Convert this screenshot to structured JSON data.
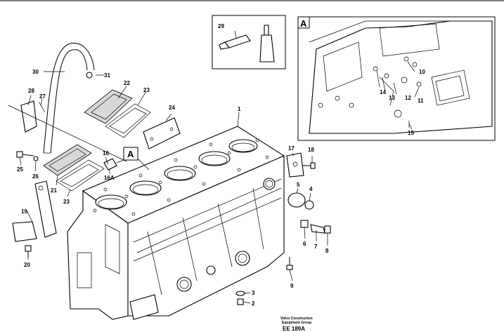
{
  "parts": [
    {
      "id": "p1",
      "label": "1"
    },
    {
      "id": "p2",
      "label": "2"
    },
    {
      "id": "p3",
      "label": "3"
    },
    {
      "id": "p4",
      "label": "4"
    },
    {
      "id": "p5",
      "label": "5"
    },
    {
      "id": "p6",
      "label": "6"
    },
    {
      "id": "p7",
      "label": "7"
    },
    {
      "id": "p8",
      "label": "8"
    },
    {
      "id": "p9",
      "label": "9"
    },
    {
      "id": "p10",
      "label": "10"
    },
    {
      "id": "p11",
      "label": "11"
    },
    {
      "id": "p12",
      "label": "12"
    },
    {
      "id": "p13",
      "label": "13"
    },
    {
      "id": "p14",
      "label": "14"
    },
    {
      "id": "p15",
      "label": "15"
    },
    {
      "id": "p16",
      "label": "16"
    },
    {
      "id": "p16a",
      "label": "16A"
    },
    {
      "id": "p17",
      "label": "17"
    },
    {
      "id": "p18",
      "label": "18"
    },
    {
      "id": "p19",
      "label": "19"
    },
    {
      "id": "p20",
      "label": "20"
    },
    {
      "id": "p21",
      "label": "21"
    },
    {
      "id": "p22",
      "label": "22"
    },
    {
      "id": "p23a",
      "label": "23"
    },
    {
      "id": "p23b",
      "label": "23"
    },
    {
      "id": "p24",
      "label": "24"
    },
    {
      "id": "p25",
      "label": "25"
    },
    {
      "id": "p26",
      "label": "26"
    },
    {
      "id": "p27",
      "label": "27"
    },
    {
      "id": "p28",
      "label": "28"
    },
    {
      "id": "p29",
      "label": "29"
    },
    {
      "id": "p30",
      "label": "30"
    },
    {
      "id": "p31",
      "label": "31"
    }
  ],
  "detail_marker": "A",
  "detail_box_label": "A",
  "credit_line1": "Volvo Construction",
  "credit_line2": "Equipment Group",
  "drawing_code": "EE 189A"
}
